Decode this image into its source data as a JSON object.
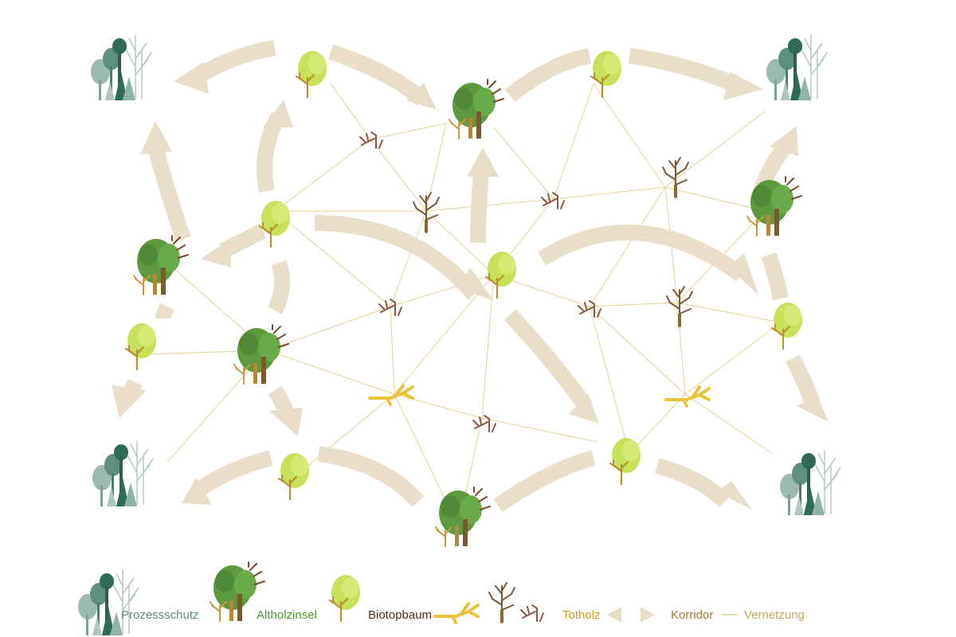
{
  "colors": {
    "background": "#ffffff",
    "corridor_arrow": "#e7ddc8",
    "network_line": "#e6cf95",
    "forest_dark": "#2f6b55",
    "forest_light": "#9cbab0",
    "crown_green": "#5c9a3d",
    "crown_lime": "#c7e25a",
    "trunk_brown": "#8a6a2e",
    "deadwood_yellow": "#e9c43a",
    "snag_brown": "#7c5a3c"
  },
  "legend": {
    "process_protection": {
      "label": "Prozessschutz",
      "color": "#5c8f80",
      "icon": "mixed-forest-icon"
    },
    "old_growth_island": {
      "label": "Altholzinsel",
      "color": "#4a9a2a",
      "icon": "old-growth-tree-icon"
    },
    "habitat_tree": {
      "label": "Biotopbaum",
      "color": "#5a2d16",
      "icon": "habitat-tree-icon"
    },
    "deadwood": {
      "label": "Totholz",
      "color": "#c9a01a",
      "icon": "deadwood-icon"
    },
    "corridor": {
      "label": "Korridor",
      "color": "#a77a3c",
      "icon": "corridor-arrow-icon"
    },
    "networking": {
      "label": "Vernetzung",
      "color": "#caa65a",
      "icon": "network-line-icon"
    }
  }
}
